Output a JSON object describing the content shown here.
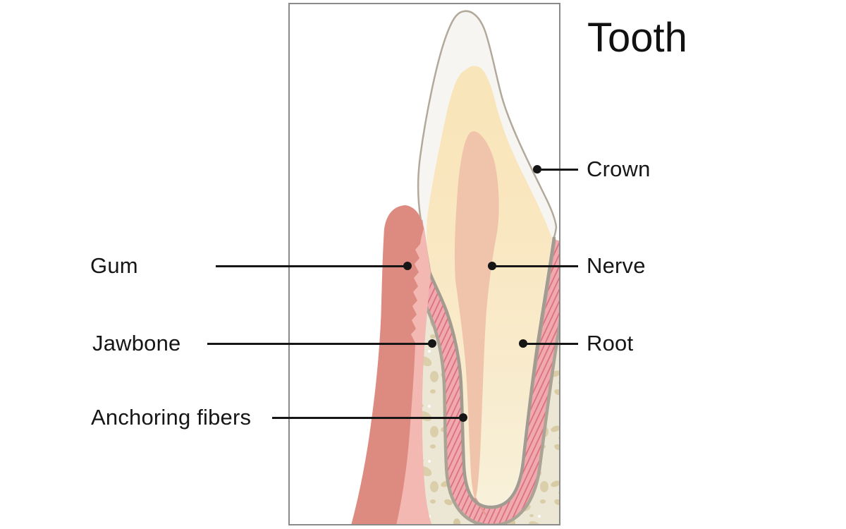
{
  "title": "Tooth",
  "labels": [
    {
      "text": "Crown",
      "side": "right"
    },
    {
      "text": "Nerve",
      "side": "right"
    },
    {
      "text": "Root",
      "side": "right"
    },
    {
      "text": "Gum",
      "side": "left"
    },
    {
      "text": "Jawbone",
      "side": "left"
    },
    {
      "text": "Anchoring fibers",
      "side": "left"
    }
  ],
  "colors": {
    "frame_border": "#8a8a8a",
    "tooth_outline": "#b3a99b",
    "root_outline": "#a39b90",
    "enamel": "#f6f5f2",
    "dentin_crown": "#f9e7bf",
    "dentin_root": "#f8f0d9",
    "pulp_nerve": "#f0c3ab",
    "gum_dark": "#dd8b80",
    "gum_light": "#f2b8b1",
    "bone": "#ece6d4",
    "bone_speckle": "#d7c9a0",
    "ligament_pink": "#f0a9ae",
    "ligament_fiber": "#d45e72",
    "label_text": "#161616"
  }
}
